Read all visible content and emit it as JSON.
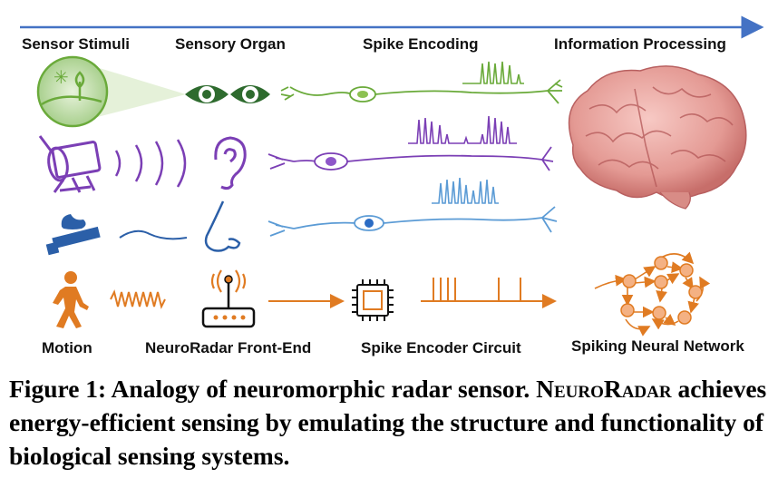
{
  "stages": {
    "stimuli": "Sensor Stimuli",
    "organ": "Sensory Organ",
    "encoding": "Spike Encoding",
    "processing": "Information Processing"
  },
  "neuroradar_labels": {
    "motion": "Motion",
    "frontend": "NeuroRadar Front-End",
    "encoder": "Spike Encoder Circuit",
    "snn": "Spiking Neural Network"
  },
  "caption": {
    "prefix": "Figure 1: Analogy of neuromorphic radar sensor.",
    "name": "NeuroRadar",
    "rest": "achieves energy-efficient sensing by emulating the structure and functionality of biological sensing systems."
  },
  "colors": {
    "arrow": "#4472c4",
    "green": "#6aaa3a",
    "dark_green": "#2e6b2e",
    "purple": "#7b3fb5",
    "blue": "#2b5fa8",
    "light_blue": "#5b9bd5",
    "orange": "#e07b22",
    "brain": "#e6a0a0"
  }
}
